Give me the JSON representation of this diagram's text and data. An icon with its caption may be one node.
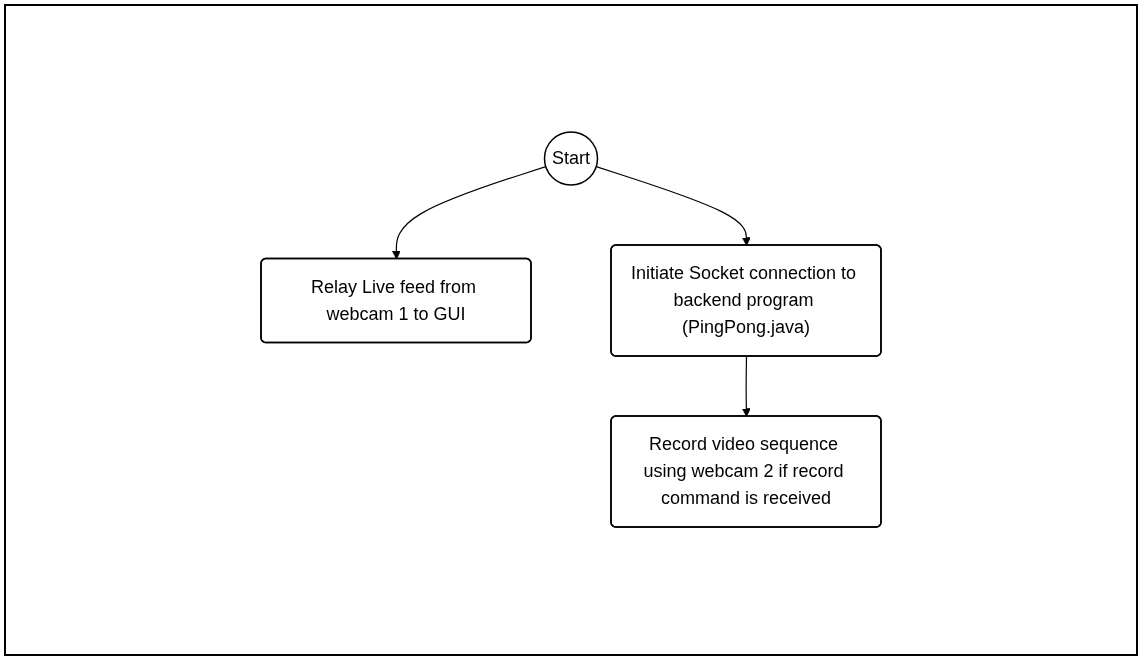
{
  "diagram": {
    "nodes": [
      {
        "text": [
          "Start"
        ]
      },
      {
        "text": [
          "Relay Live feed from webcam 1 to GUI"
        ]
      },
      {
        "text": [
          "Initiate Socket connection to backend program (PingPong.java)"
        ]
      },
      {
        "text": [
          "Record video sequence using webcam 2 if record command is received"
        ]
      }
    ],
    "edges": [
      {
        "from": 0,
        "to": 1,
        "arrow": "to"
      },
      {
        "from": 0,
        "to": 2,
        "arrow": "to"
      },
      {
        "from": 2,
        "to": 3,
        "arrow": "to"
      }
    ]
  }
}
